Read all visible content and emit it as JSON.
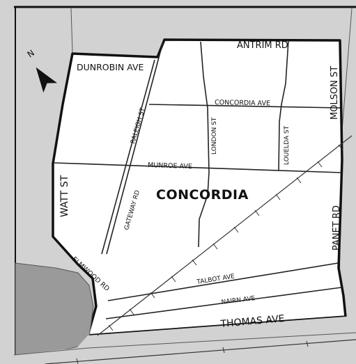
{
  "colors": {
    "outside": "#d2d2d2",
    "inside": "#ffffff",
    "boundary": "#111111",
    "road": "#222222",
    "water": "#9a9a9a"
  },
  "north_label": "N",
  "neighbourhood": "CONCORDIA",
  "streets": {
    "antrim": "ANTRIM RD",
    "dunrobin": "DUNROBIN AVE",
    "molson": "MOLSON ST",
    "concordia_ave": "CONCORDIA AVE",
    "raleigh": "RALEIGH ST",
    "london": "LONDON ST",
    "louelda": "LOUELDA ST",
    "munroe": "MUNROE AVE",
    "watt": "WATT ST",
    "gateway": "GATEWAY RD",
    "panet": "PANET RD",
    "elmwood": "ELMWOOD RD",
    "talbot": "TALBOT AVE",
    "nairn": "NAIRN AVE",
    "thomas": "THOMAS AVE"
  }
}
